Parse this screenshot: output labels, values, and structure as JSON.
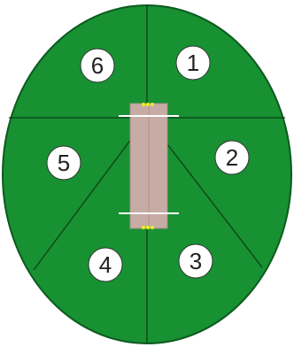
{
  "diagram": {
    "colors": {
      "background": "#ffffff",
      "field": "#179132",
      "field_outline": "#0d5a1e",
      "zone_lines": "#0e3f18",
      "pitch": "#c7aba5",
      "pitch_edge": "#a98f8a",
      "crease": "#ffffff",
      "stumps": "#e8f020",
      "label_circle": "#ffffff"
    },
    "zones": [
      {
        "id": "zone-1",
        "label": "1"
      },
      {
        "id": "zone-2",
        "label": "2"
      },
      {
        "id": "zone-3",
        "label": "3"
      },
      {
        "id": "zone-4",
        "label": "4"
      },
      {
        "id": "zone-5",
        "label": "5"
      },
      {
        "id": "zone-6",
        "label": "6"
      }
    ]
  }
}
